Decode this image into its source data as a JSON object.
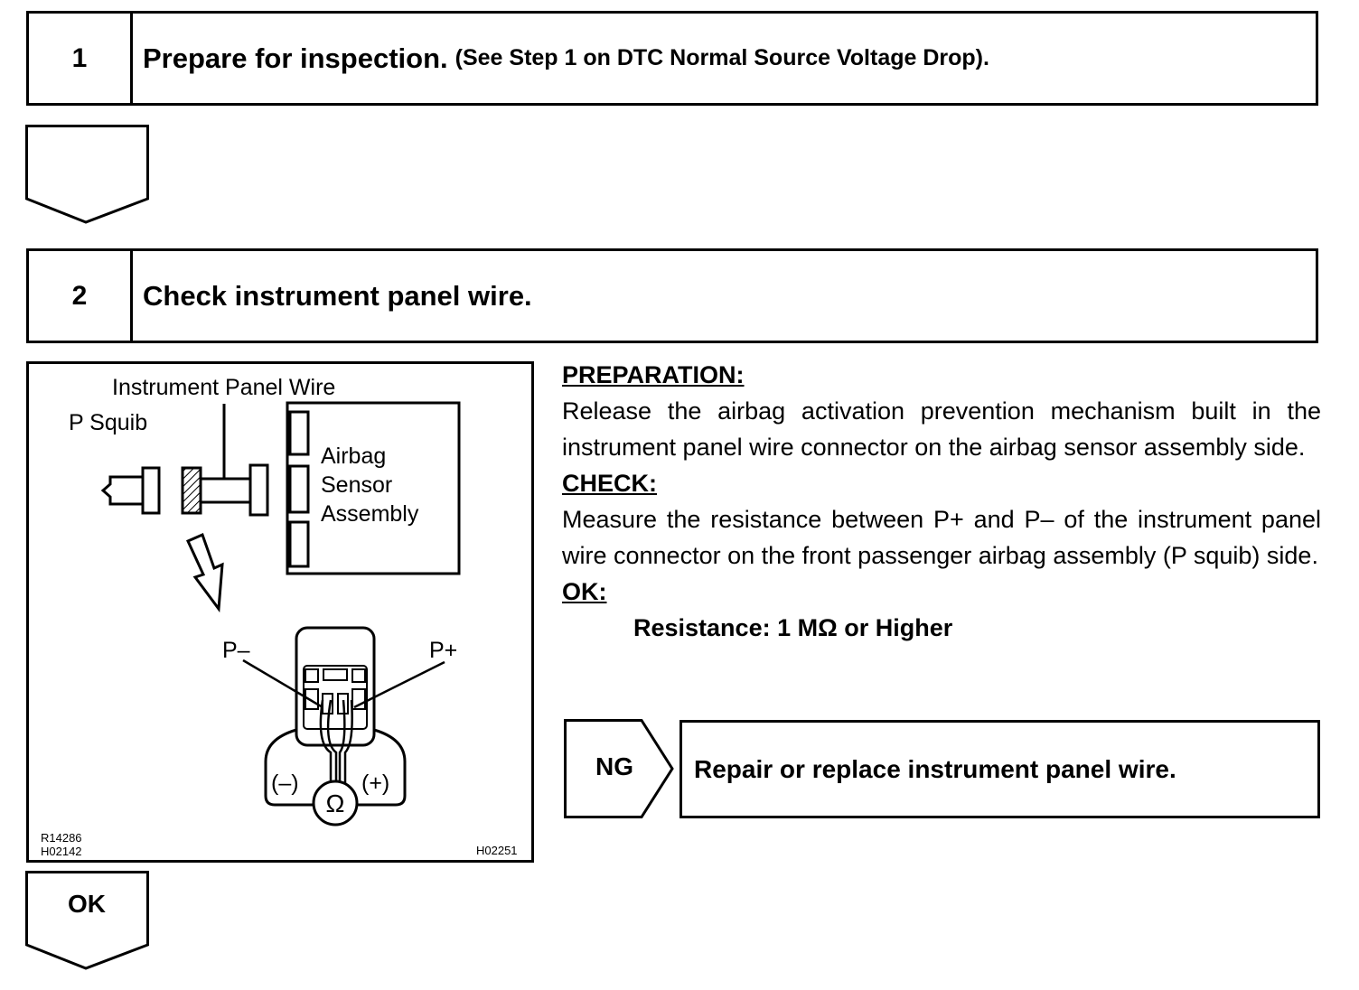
{
  "step1": {
    "number": "1",
    "title": "Prepare for inspection.",
    "subtitle": "(See Step 1 on DTC Normal Source Voltage Drop)."
  },
  "step2": {
    "number": "2",
    "title": "Check instrument panel wire."
  },
  "figure": {
    "label_wire": "Instrument Panel Wire",
    "label_squib": "P Squib",
    "label_sensor_1": "Airbag",
    "label_sensor_2": "Sensor",
    "label_sensor_3": "Assembly",
    "label_pminus": "P–",
    "label_pplus": "P+",
    "label_neg": "(–)",
    "label_pos": "(+)",
    "ohm_symbol": "Ω",
    "code_left": "R14286\nH02142",
    "code_right": "H02251"
  },
  "instructions": {
    "prep_heading": "PREPARATION:",
    "prep_text": "Release the airbag activation prevention mechanism built in the instrument panel wire connector on the airbag sensor assembly side.",
    "check_heading": "CHECK:",
    "check_text": "Measure the resistance between P+ and P– of the instrument panel wire connector on the front passenger airbag assembly (P squib) side.",
    "ok_heading": "OK:",
    "spec": "Resistance: 1 MΩ or Higher"
  },
  "ng": {
    "label": "NG",
    "action": "Repair or replace instrument panel wire."
  },
  "ok": {
    "label": "OK"
  }
}
